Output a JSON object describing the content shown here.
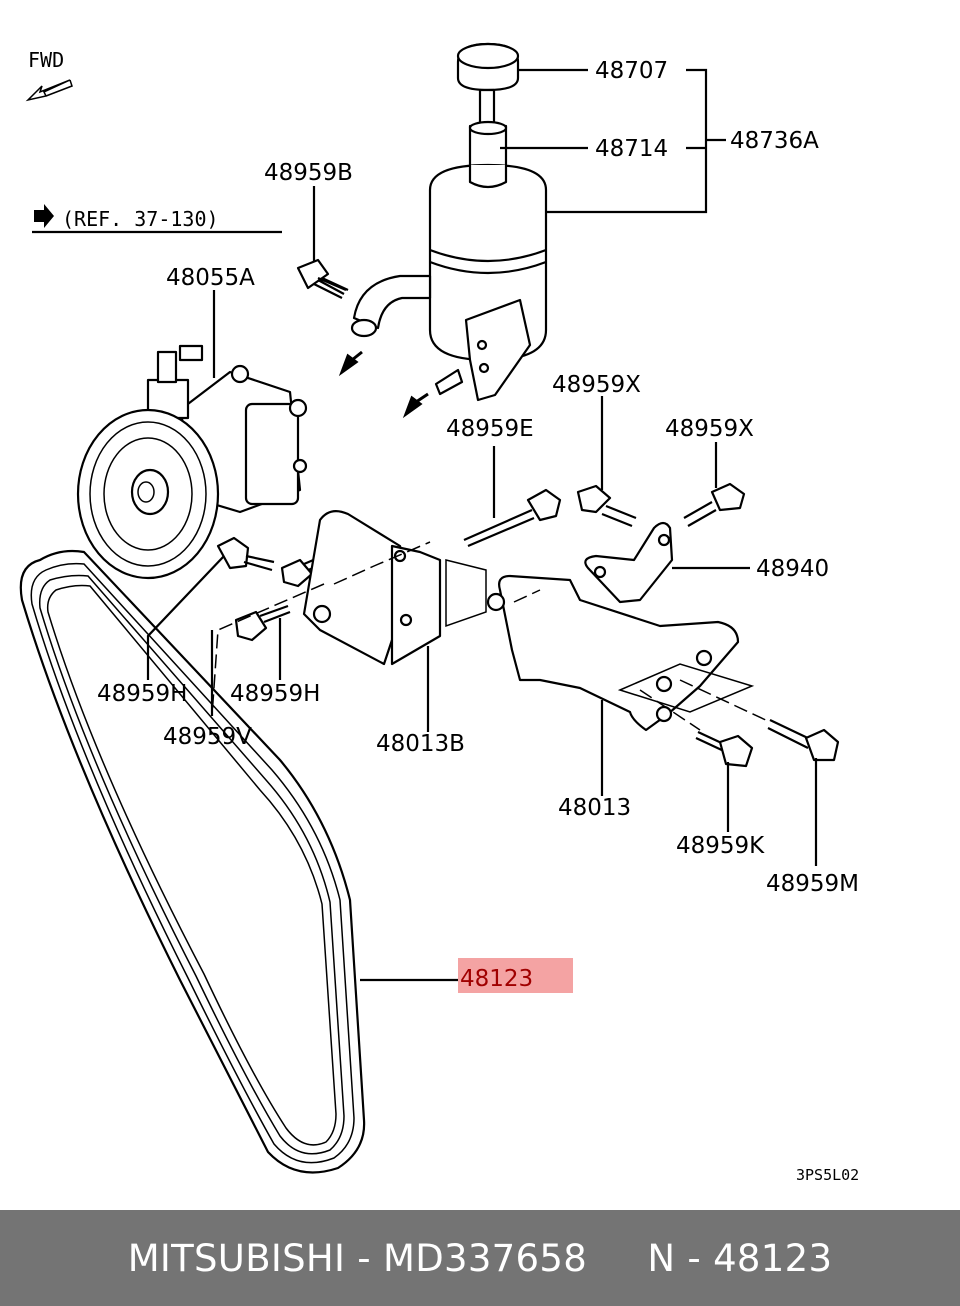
{
  "diagram": {
    "fwd_label": "FWD",
    "ref_label": "(REF. 37-130)",
    "drawing_code": "3PS5L02",
    "highlight_color": "#f4a3a3",
    "parts": {
      "p48707": "48707",
      "p48714": "48714",
      "p48736A": "48736A",
      "p48959B": "48959B",
      "p48055A": "48055A",
      "p48959X_1": "48959X",
      "p48959X_2": "48959X",
      "p48959E": "48959E",
      "p48940": "48940",
      "p48959H_1": "48959H",
      "p48959H_2": "48959H",
      "p48959V": "48959V",
      "p48013B": "48013B",
      "p48013": "48013",
      "p48959K": "48959K",
      "p48959M": "48959M",
      "p48123": "48123"
    }
  },
  "footer": {
    "text": "MITSUBISHI - MD337658     N - 48123"
  }
}
